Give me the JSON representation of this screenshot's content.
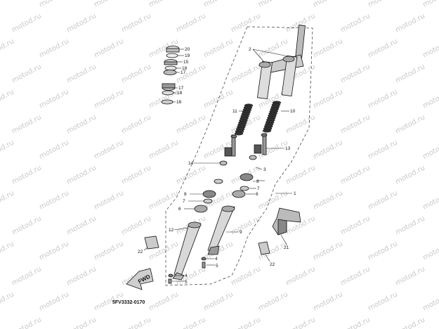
{
  "watermark": "motod.ru",
  "diagram_code": "5FV3332-0170",
  "fwd_label": "FWD",
  "callouts": {
    "c1": "1",
    "c2": "2",
    "c3": "3",
    "c4a": "4",
    "c4b": "4",
    "c5a": "5",
    "c5b": "5",
    "c6a": "6",
    "c6b": "6",
    "c7a": "7",
    "c7b": "7",
    "c8a": "8",
    "c8b": "8",
    "c9": "9",
    "c10": "10",
    "c11": "11",
    "c12": "12",
    "c13": "13",
    "c14": "14",
    "c15": "15",
    "c16": "16",
    "c17a": "17",
    "c17b": "17",
    "c18a": "18",
    "c18b": "18",
    "c19": "19",
    "c20": "20",
    "c21": "21",
    "c22a": "22",
    "c22b": "22"
  }
}
